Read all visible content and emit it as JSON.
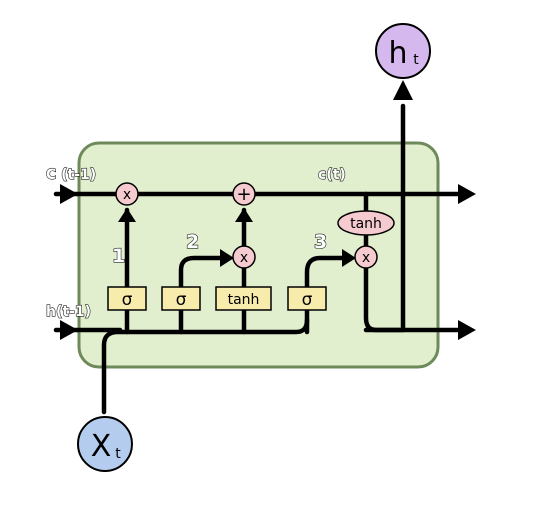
{
  "diagram": {
    "cell": {
      "fill": "#e2efce",
      "stroke": "#6f8a5a"
    },
    "labels": {
      "c_prev": "C (t-1)",
      "c_t": "c(t)",
      "h_prev": "h(t-1)"
    },
    "gate_numbers": [
      "1",
      "2",
      "3"
    ],
    "gates": [
      {
        "id": "forget",
        "label": "σ"
      },
      {
        "id": "input",
        "label": "σ"
      },
      {
        "id": "candidate",
        "label": "tanh"
      },
      {
        "id": "output",
        "label": "σ"
      }
    ],
    "gate_fill": "#f8ecad",
    "operations": {
      "forget_multiply": "x",
      "cell_add": "+",
      "input_multiply": "x",
      "output_multiply": "x",
      "cell_tanh": "tanh"
    },
    "op_fill": "#f5cbcf",
    "input_node": {
      "main": "X",
      "sub": "t",
      "fill": "#b4cdef"
    },
    "output_node": {
      "main": "h",
      "sub": "t",
      "fill": "#d5b8ed"
    },
    "line_color": "#000000"
  }
}
